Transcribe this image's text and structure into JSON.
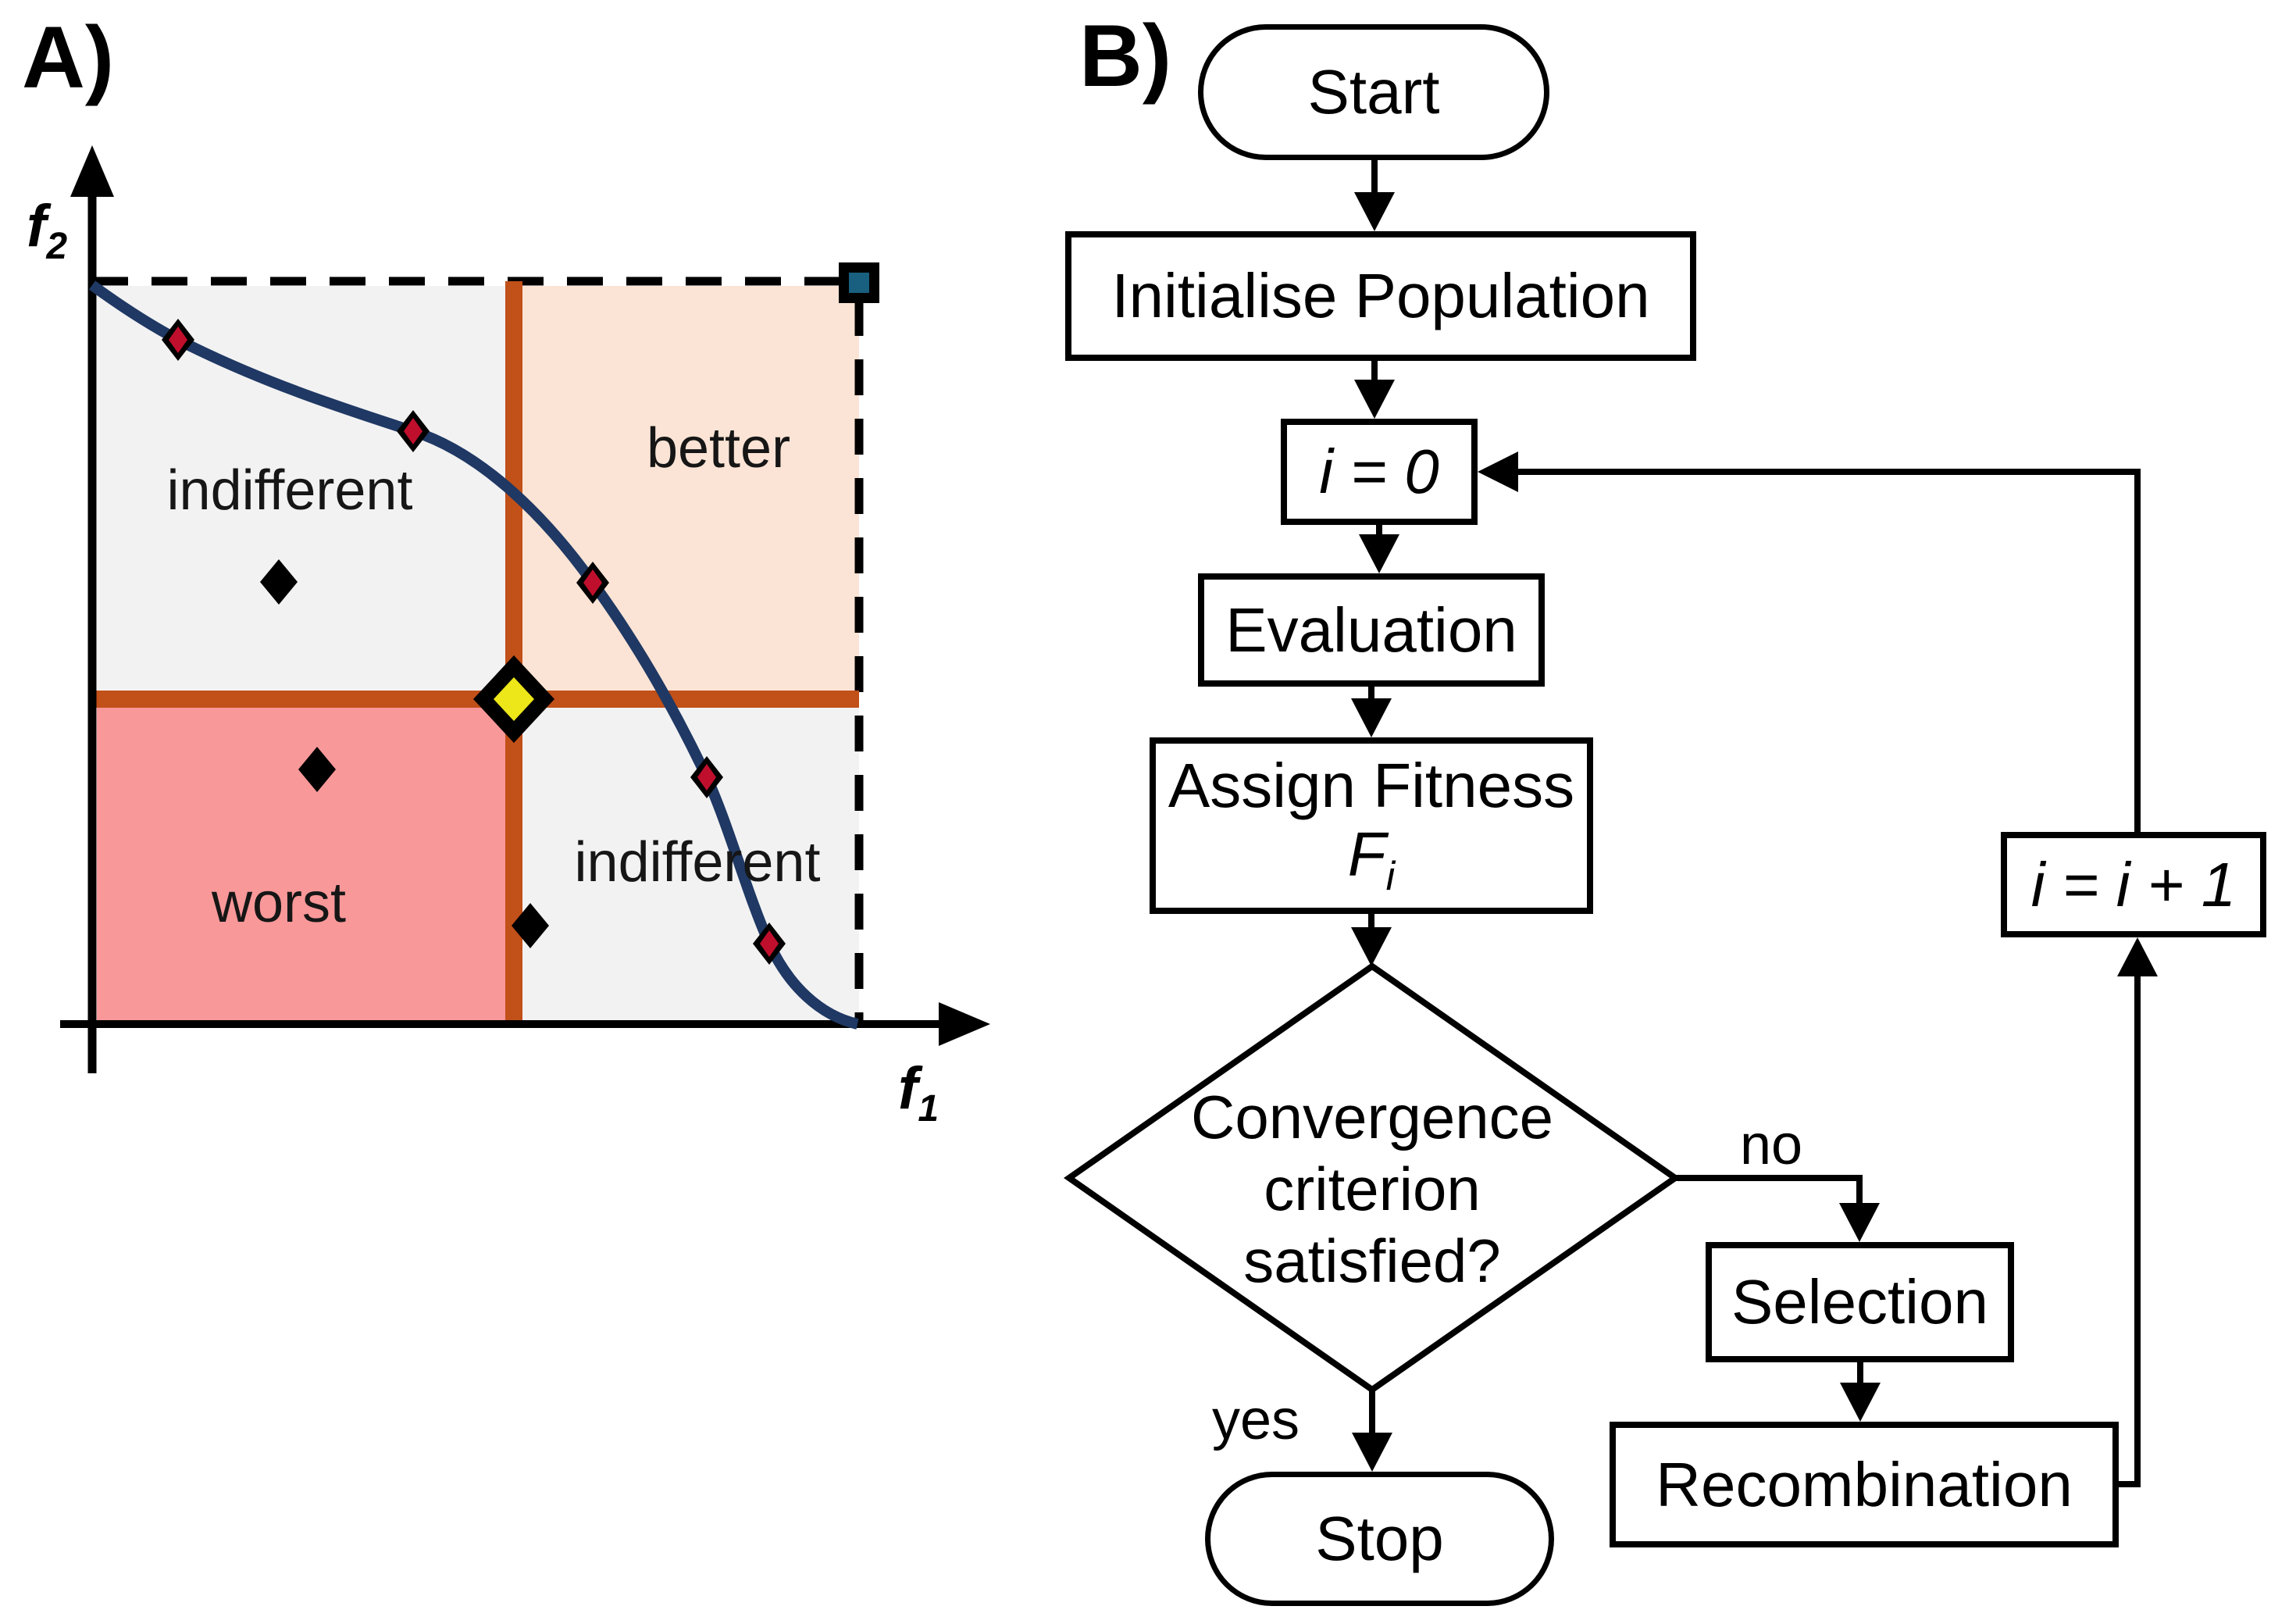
{
  "panel_a": {
    "label": "A)",
    "y_axis_label": {
      "base": "f",
      "sub": "2"
    },
    "x_axis_label": {
      "base": "f",
      "sub": "1"
    },
    "regions": {
      "top_left": "indifferent",
      "top_right": "better",
      "bottom_left": "worst",
      "bottom_right": "indifferent"
    },
    "colors": {
      "indifferent_fill": "#F2F2F2",
      "better_fill": "#FBE4D5",
      "worst_fill": "#F99899",
      "dominance_cross": "#C15019",
      "pareto_front_curve": "#1F3864",
      "pareto_point_fill": "#C00F2D",
      "candidate_point_fill": "#000000",
      "current_solution_fill": "#EDE619",
      "reference_point_fill": "#195F7F"
    }
  },
  "panel_b": {
    "label": "B)",
    "nodes": {
      "start": "Start",
      "initialise": "Initialise Population",
      "init_counter": "i = 0",
      "evaluation": "Evaluation",
      "assign_fitness_line1": "Assign Fitness",
      "assign_fitness_symbol": "F",
      "assign_fitness_subscript": "i",
      "decision_line1": "Convergence",
      "decision_line2": "criterion",
      "decision_line3": "satisfied?",
      "selection": "Selection",
      "recombination": "Recombination",
      "increment_counter": "i = i + 1",
      "stop": "Stop"
    },
    "edge_labels": {
      "no": "no",
      "yes": "yes"
    }
  }
}
